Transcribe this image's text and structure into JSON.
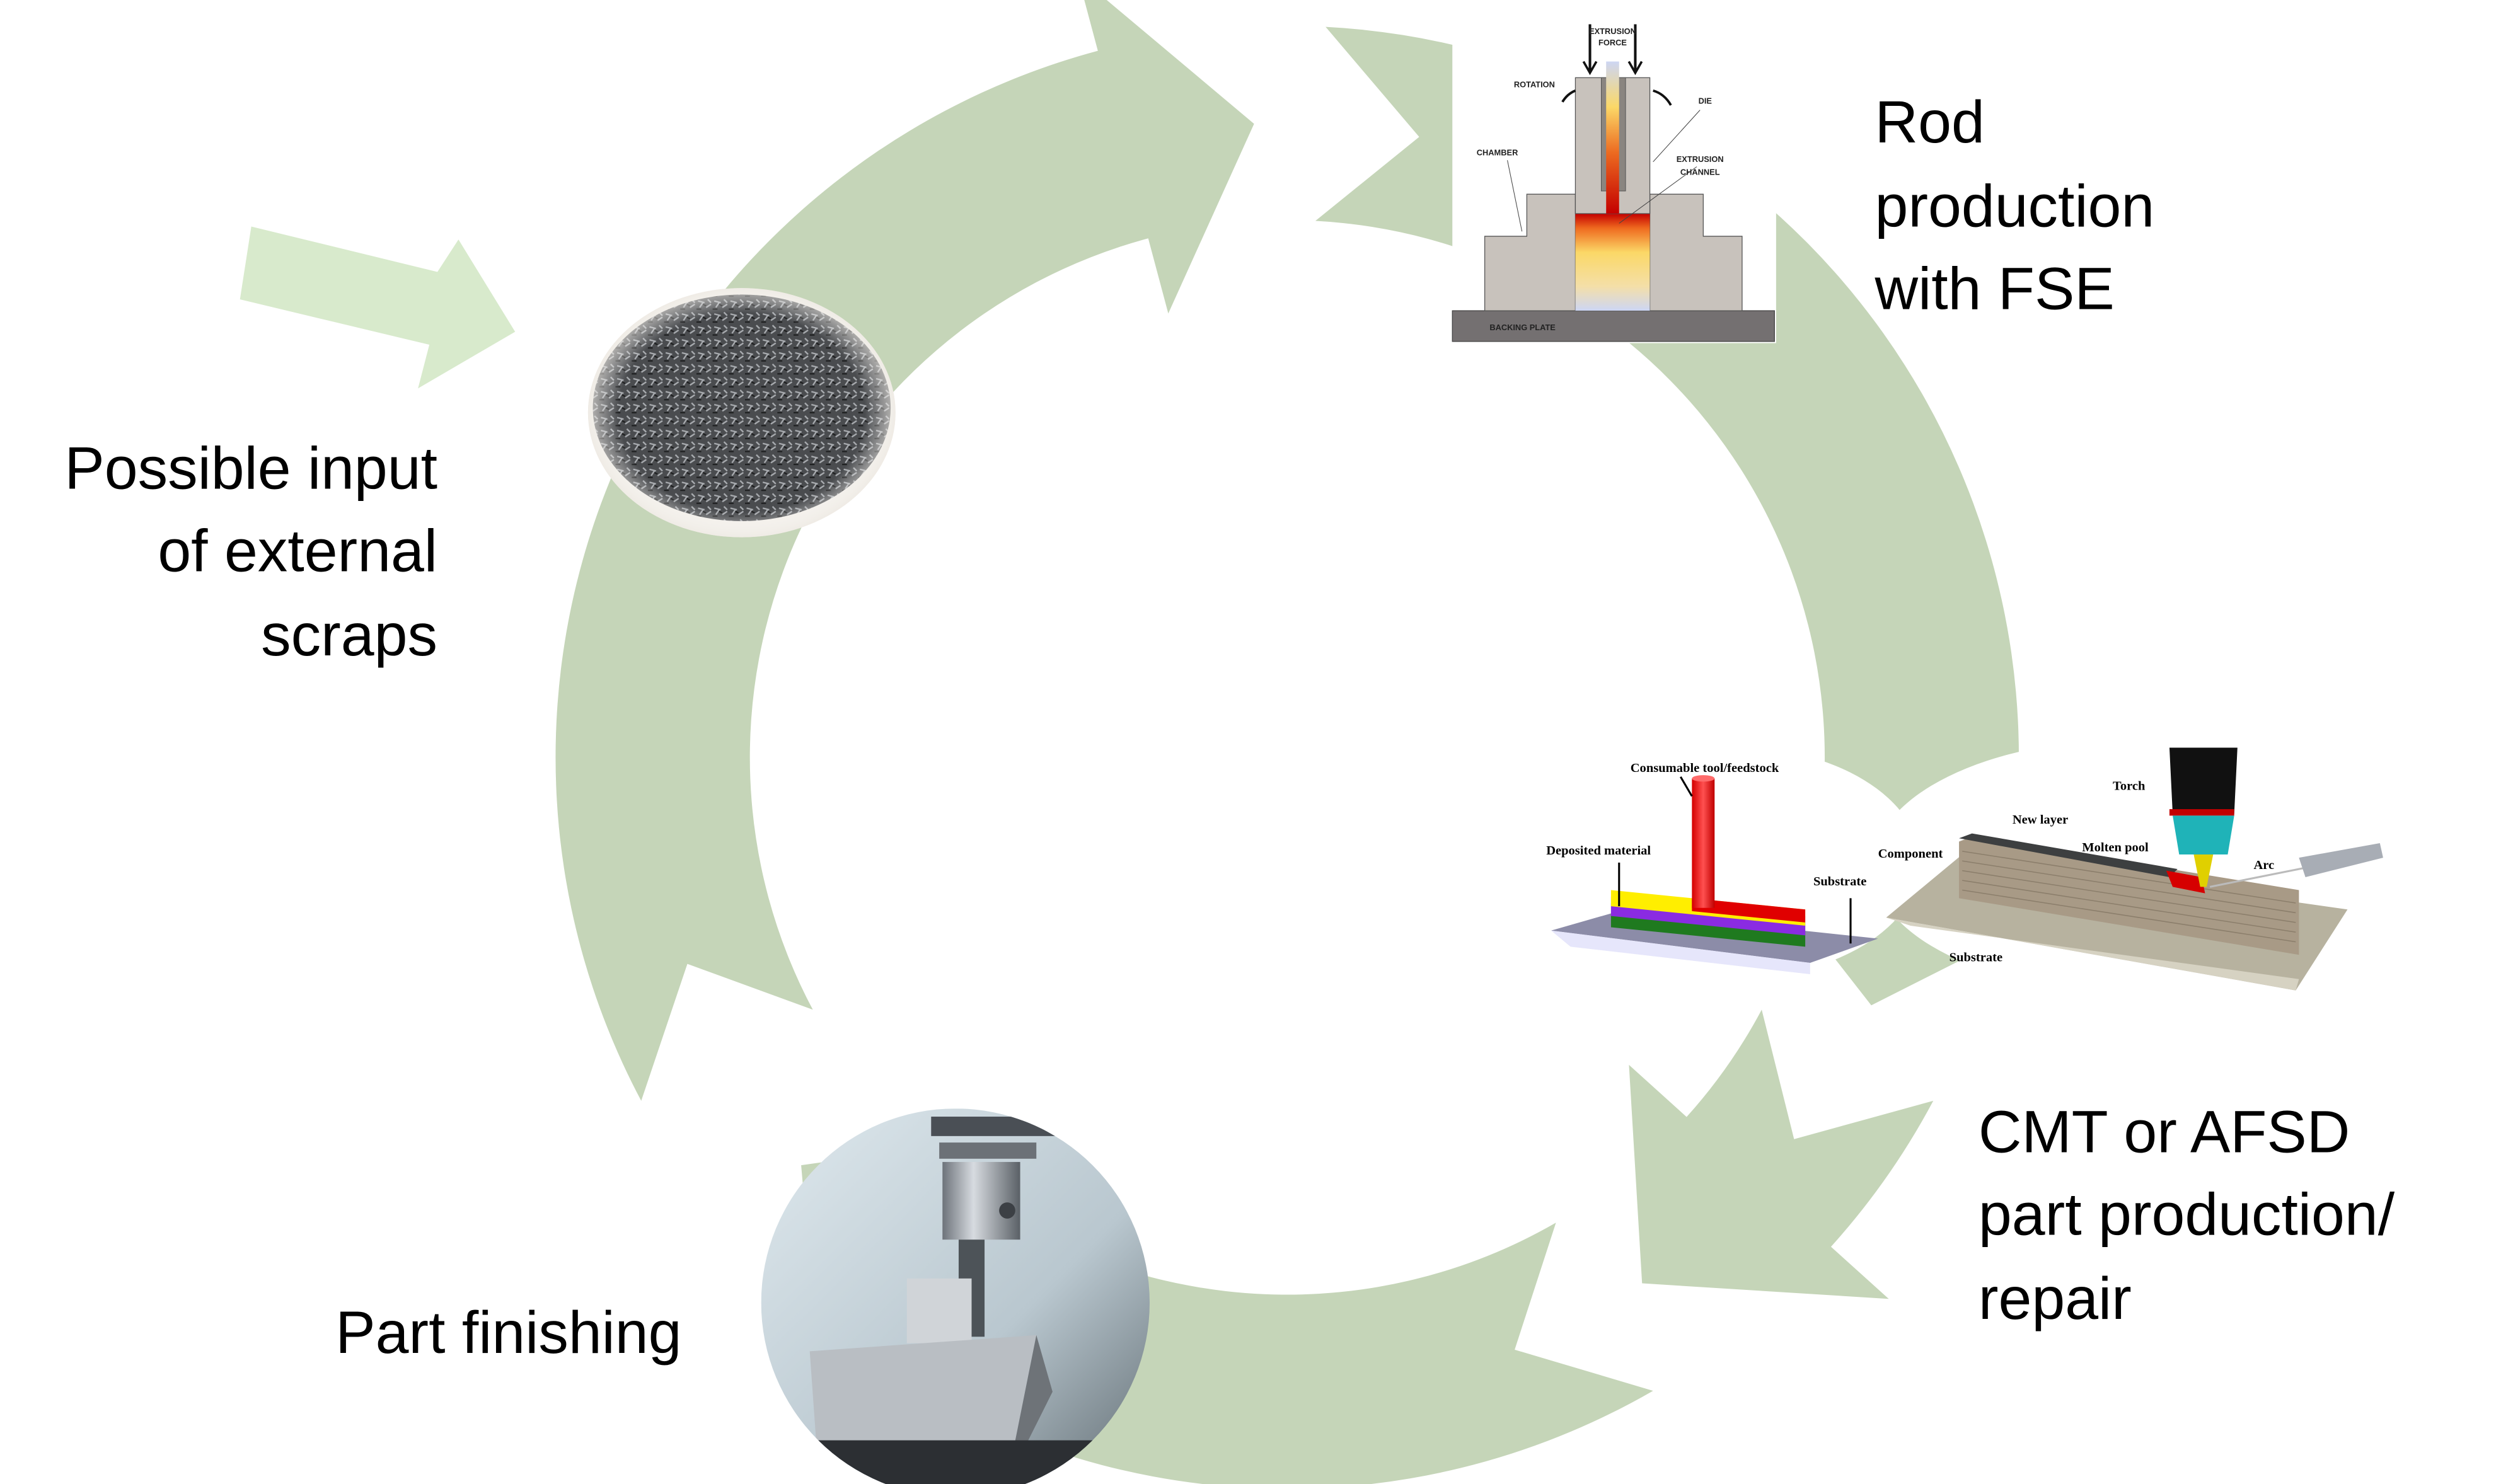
{
  "colors": {
    "ring": "#c5d5b8",
    "input_arrow": "#d8eacc",
    "text": "#000000"
  },
  "labels": {
    "input": [
      "Possible input",
      "of external",
      "scraps"
    ],
    "rod": [
      "Rod",
      "production",
      "with FSE"
    ],
    "cmt": [
      "CMT or AFSD",
      "part production/",
      "repair"
    ],
    "finishing": "Part finishing"
  },
  "fse_diagram": {
    "extrusion_force": [
      "EXTRUSION",
      "FORCE"
    ],
    "rotation": "ROTATION",
    "die": "DIE",
    "chamber": "CHAMBER",
    "extrusion_channel": [
      "EXTRUSION",
      "CHANNEL"
    ],
    "backing_plate": "BACKING PLATE"
  },
  "afsd_diagram": {
    "consumable": "Consumable tool/feedstock",
    "deposited": "Deposited material",
    "substrate": "Substrate"
  },
  "cmt_diagram": {
    "torch": "Torch",
    "new_layer": "New layer",
    "molten_pool": "Molten pool",
    "arc": "Arc",
    "component": "Component",
    "substrate": "Substrate"
  }
}
